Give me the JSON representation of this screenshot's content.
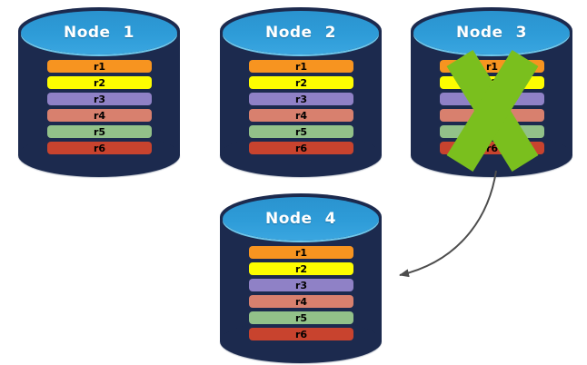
{
  "diagram": {
    "nodes": [
      {
        "id": "node-1",
        "label": "Node 1",
        "failed": false
      },
      {
        "id": "node-2",
        "label": "Node 2",
        "failed": false
      },
      {
        "id": "node-3",
        "label": "Node 3",
        "failed": true
      },
      {
        "id": "node-4",
        "label": "Node 4",
        "failed": false
      }
    ],
    "records": [
      {
        "label": "r1",
        "color": "#F79420"
      },
      {
        "label": "r2",
        "color": "#FDFD00"
      },
      {
        "label": "r3",
        "color": "#8F81C6"
      },
      {
        "label": "r4",
        "color": "#D8806E"
      },
      {
        "label": "r5",
        "color": "#92C189"
      },
      {
        "label": "r6",
        "color": "#C8432E"
      }
    ],
    "colors": {
      "cylinder_body": "#1C2A4E",
      "cylinder_top": "#2E9CD8",
      "cylinder_top_edge": "#6FC8EC",
      "failure_x": "#7ABF1E",
      "arrow": "#4D4D4D"
    },
    "arrow": {
      "from": "Node 3",
      "to": "Node 4"
    }
  }
}
